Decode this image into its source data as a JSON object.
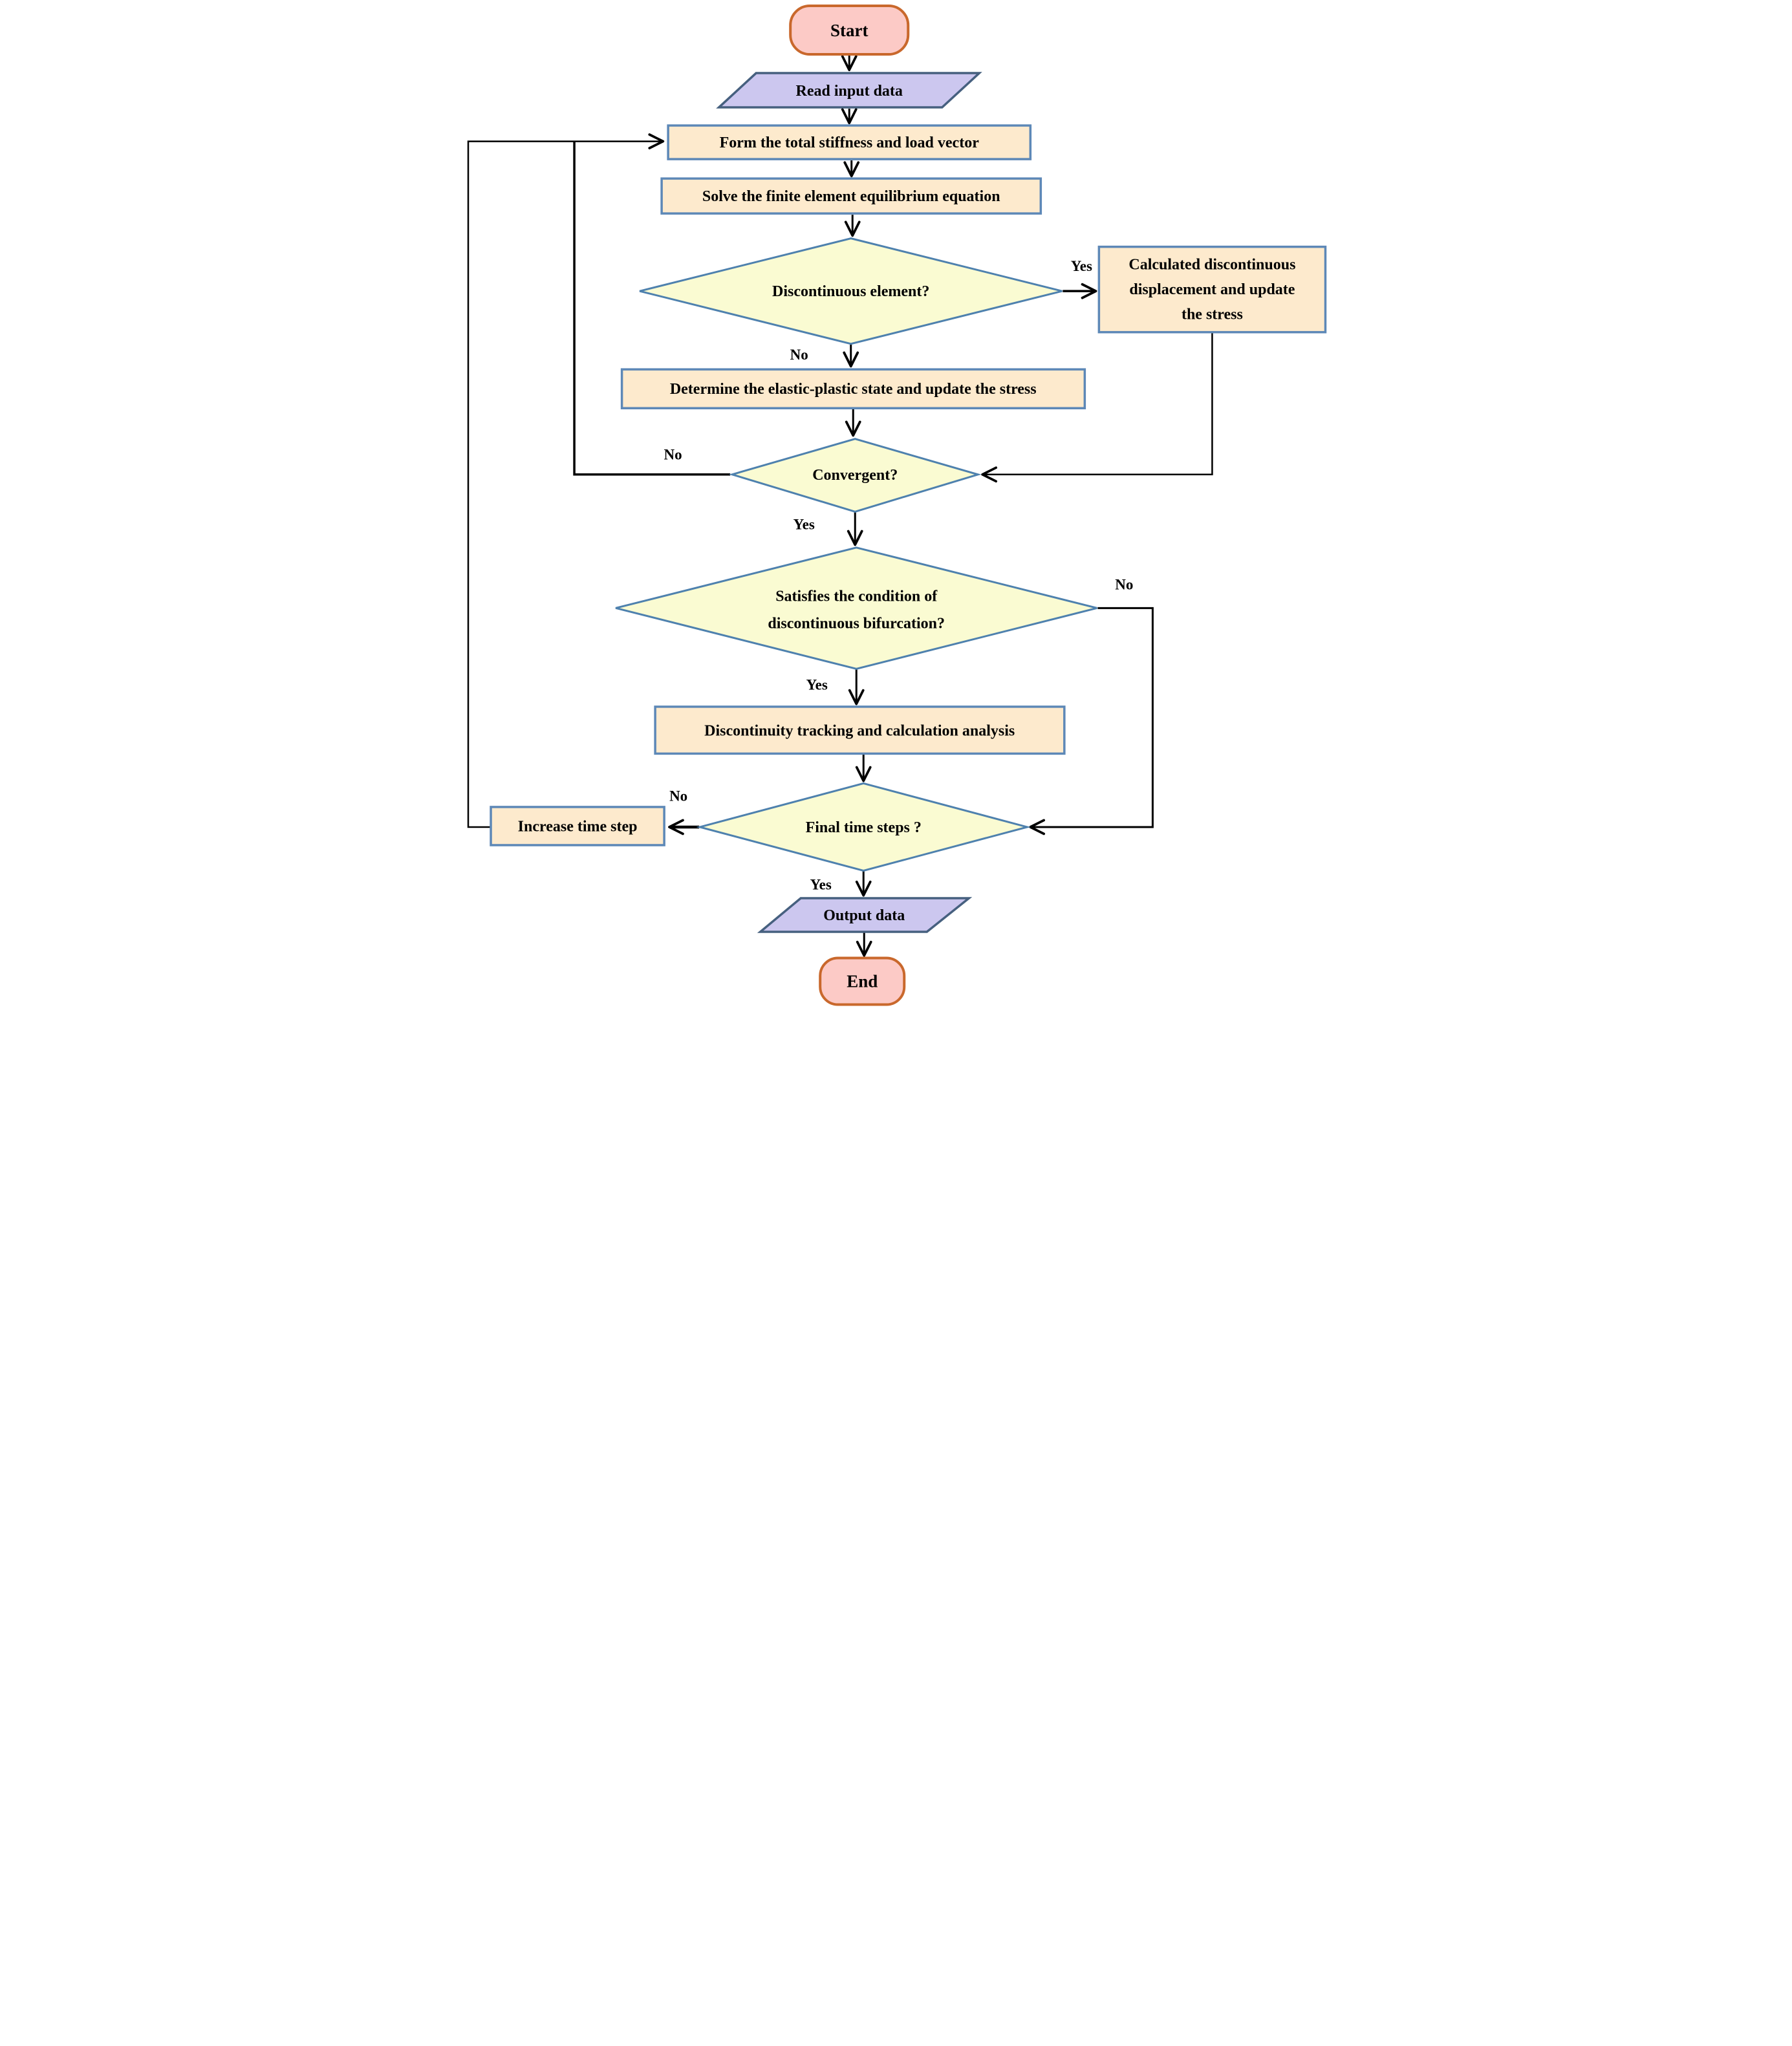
{
  "diagram_type": "flowchart",
  "nodes": {
    "start": {
      "label": "Start",
      "shape": "terminator"
    },
    "read_input": {
      "label": "Read input data",
      "shape": "parallelogram"
    },
    "form": {
      "label": "Form the total stiffness and load vector",
      "shape": "process"
    },
    "solve": {
      "label": "Solve the finite element equilibrium equation",
      "shape": "process"
    },
    "discontinuous_element": {
      "label": "Discontinuous element?",
      "shape": "decision"
    },
    "calc_displacement": {
      "lines": [
        "Calculated discontinuous",
        "displacement and update",
        "the stress"
      ],
      "shape": "process"
    },
    "determine_state": {
      "label": "Determine the elastic-plastic state and update the stress",
      "shape": "process"
    },
    "convergent": {
      "label": "Convergent?",
      "shape": "decision"
    },
    "bifurcation": {
      "lines": [
        "Satisfies the condition of",
        "discontinuous bifurcation?"
      ],
      "shape": "decision"
    },
    "tracking": {
      "label": "Discontinuity tracking and calculation analysis",
      "shape": "process"
    },
    "final_time": {
      "label": "Final time steps ?",
      "shape": "decision"
    },
    "increase_time": {
      "label": "Increase time step",
      "shape": "process"
    },
    "output": {
      "label": "Output data",
      "shape": "parallelogram"
    },
    "end": {
      "label": "End",
      "shape": "terminator"
    }
  },
  "edge_labels": {
    "discontinuous_yes": "Yes",
    "discontinuous_no": "No",
    "convergent_no": "No",
    "convergent_yes": "Yes",
    "bifurcation_no": "No",
    "bifurcation_yes": "Yes",
    "final_no": "No",
    "final_yes": "Yes"
  },
  "colors": {
    "background": "#ffffff",
    "terminator_fill": "#fccac6",
    "terminator_border": "#c9682c",
    "io_fill": "#ccc7ef",
    "io_border": "#46607f",
    "process_fill": "#fdeacd",
    "process_border": "#5d88b7",
    "decision_fill": "#fafbd2",
    "decision_border": "#4e81ae",
    "arrow_color": "#000000",
    "text_color": "#000000"
  }
}
